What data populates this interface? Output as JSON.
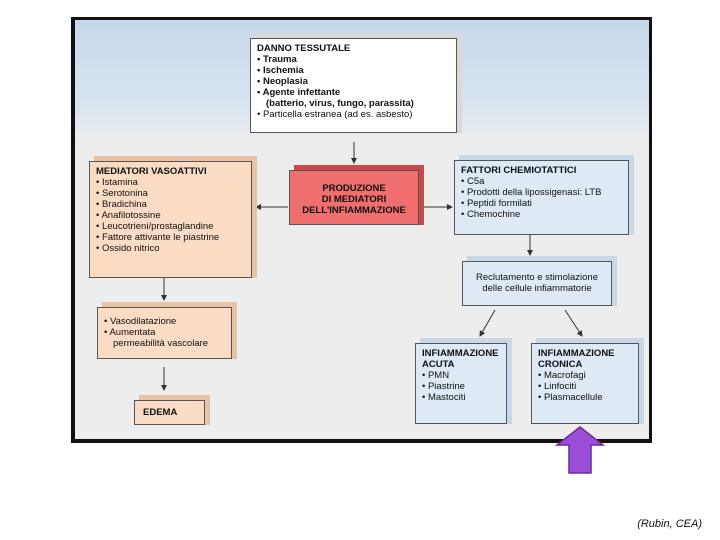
{
  "damage": {
    "title": "DANNO TESSUTALE",
    "items": [
      "Trauma",
      "Ischemia",
      "Neoplasia",
      "Agente infettante"
    ],
    "agent_detail": "(batterio, virus, fungo, parassita)",
    "particle": "Particella estranea (ad es. asbesto)"
  },
  "vasoactive": {
    "title": "MEDIATORI VASOATTIVI",
    "items": [
      "Istamina",
      "Serotonina",
      "Bradichina",
      "Anafilotossine",
      "Leucotrieni/prostaglandine",
      "Fattore attivante le piastrine",
      "Ossido nitrico"
    ]
  },
  "production": {
    "lines": [
      "PRODUZIONE",
      "DI MEDIATORI",
      "DELL'INFIAMMAZIONE"
    ]
  },
  "chemotactic": {
    "title": "FATTORI CHEMIOTATTICI",
    "items": [
      "C5a",
      "Prodotti della lipossigenasi: LTB",
      "Peptidi formilati",
      "Chemochine"
    ]
  },
  "recruitment": {
    "lines": [
      "Reclutamento e stimolazione",
      "delle cellule infiammatorie"
    ]
  },
  "vasodilation": {
    "item1": "Vasodilatazione",
    "item2": "Aumentata",
    "item2_cont": "permeabilità vascolare"
  },
  "edema": {
    "label": "EDEMA"
  },
  "acute": {
    "title_lines": [
      "INFIAMMAZIONE",
      "ACUTA"
    ],
    "items": [
      "PMN",
      "Piastrine",
      "Mastociti"
    ]
  },
  "chronic": {
    "title_lines": [
      "INFIAMMAZIONE",
      "CRONICA"
    ],
    "items": [
      "Macrofagi",
      "Linfociti",
      "Plasmacellule"
    ]
  },
  "highlight_arrow_color": "#9b4fd6",
  "credit": "(Rubin, CEA)"
}
